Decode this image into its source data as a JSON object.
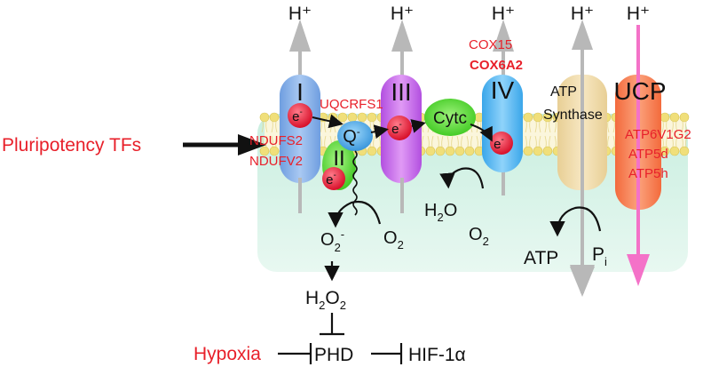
{
  "colors": {
    "red": "#e8202a",
    "black": "#111111",
    "matrix": "#dff5ea",
    "lipid_head": "#f0e082",
    "complex1": "#8fb7e8",
    "complex3": "#c86ee8",
    "complex4": "#58b6ee",
    "cytc": "#58dc28",
    "ucp": "#f57a4a",
    "pink": "#f472c8",
    "gray_arrow": "#b5b5b5"
  },
  "protons": {
    "c1": "H⁺",
    "c3": "H⁺",
    "c4": "H⁺",
    "atp": "H⁺",
    "ucp": "H⁺"
  },
  "complexes": {
    "c1": "I",
    "c2": "II",
    "c3": "III",
    "c4": "IV",
    "cytc": "Cytc",
    "q": "Q",
    "atp_line1": "ATP",
    "atp_line2": "Synthase",
    "ucp": "UCP"
  },
  "electrons": {
    "e": "e",
    "sup": "-"
  },
  "genes": {
    "uqcrfs1": "UQCRFS1",
    "cox15": "COX15",
    "cox6a2": "COX6A2",
    "ndufs2": "NDUFS2",
    "ndufv2": "NDUFV2",
    "atp6v1g2": "ATP6V1G2",
    "atp5d": "ATP5d",
    "atp5h": "ATP5h"
  },
  "labels": {
    "pluripotency": "Pluripotency TFs",
    "h2o_H": "H",
    "h2o_2": "2",
    "h2o_O": "O",
    "o2_O": "O",
    "o2_2": "2",
    "superoxide_O": "O",
    "superoxide_2": "2",
    "superoxide_charge": "-",
    "h2o2_H": "H",
    "h2o2_2a": "2",
    "h2o2_O": "O",
    "h2o2_2b": "2",
    "atp": "ATP",
    "pi_P": "P",
    "pi_i": "i",
    "hypoxia": "Hypoxia",
    "phd": "PHD",
    "hif": "HIF-1α"
  }
}
